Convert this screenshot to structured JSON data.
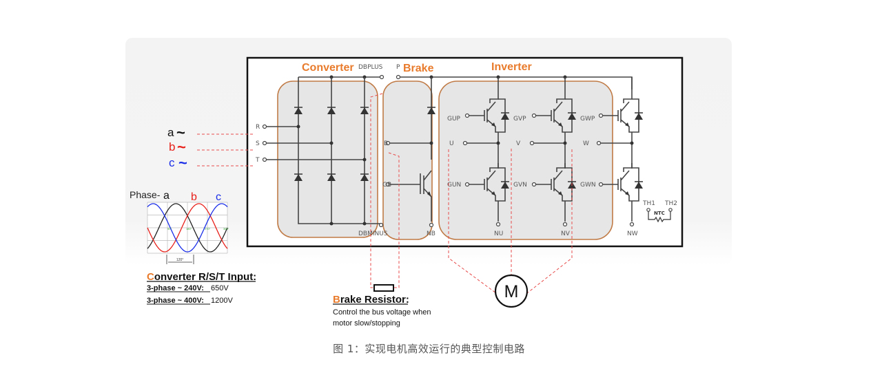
{
  "diagram": {
    "sections": {
      "converter": "Converter",
      "brake": "Brake",
      "inverter": "Inverter"
    },
    "terminals": {
      "dbplus": "DBPLUS",
      "p": "P",
      "r": "R",
      "s": "S",
      "t": "T",
      "b": "B",
      "gb": "GB",
      "dbminus": "DBMINUS",
      "nb": "NB",
      "gup": "GUP",
      "gvp": "GVP",
      "gwp": "GWP",
      "u": "U",
      "v": "V",
      "w": "W",
      "gun": "GUN",
      "gvn": "GVN",
      "gwn": "GWN",
      "nu": "NU",
      "nv": "NV",
      "nw": "NW",
      "th1": "TH1",
      "th2": "TH2",
      "ntc": "NTC"
    },
    "phases": {
      "a": "a",
      "b": "b",
      "c": "c",
      "wave_glyph": "~",
      "colors": {
        "a": "#111111",
        "b": "#e8201a",
        "c": "#1a2ee8"
      }
    },
    "phase_chart": {
      "title_prefix": "Phase-",
      "labels": [
        "a",
        "b",
        "c"
      ],
      "tick_labels": [
        "90°",
        "180°",
        "270°",
        "360°"
      ],
      "offset_label": "120°"
    },
    "converter_input": {
      "title_first": "C",
      "title_rest": "onverter R/S/T Input:",
      "rows": [
        {
          "label": "3-phase ~ 240V:",
          "value": "650V"
        },
        {
          "label": "3-phase ~ 400V:",
          "value": "1200V"
        }
      ]
    },
    "brake_resistor": {
      "title_first": "B",
      "title_rest": "rake Resistor:",
      "desc_line1": "Control the bus voltage when",
      "desc_line2": "motor slow/stopping"
    },
    "motor": {
      "label": "M"
    },
    "accent_color": "#e87b2c"
  },
  "caption": "图 1：实现电机高效运行的典型控制电路"
}
